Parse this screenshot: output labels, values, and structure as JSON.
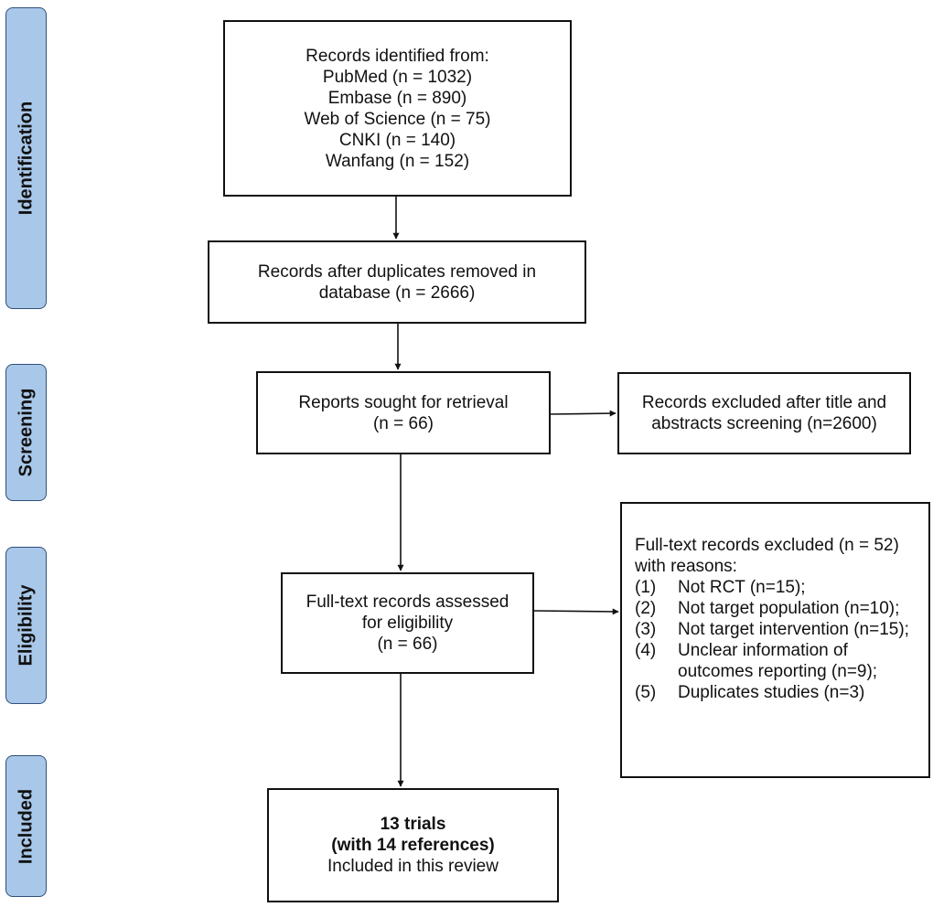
{
  "phases": {
    "identification": "Identification",
    "screening": "Screening",
    "eligibility": "Eligibility",
    "included": "Included"
  },
  "boxes": {
    "identified": {
      "heading": "Records identified from:",
      "sources": [
        "PubMed (n = 1032)",
        "Embase (n = 890)",
        "Web of Science (n = 75)",
        "CNKI (n = 140)",
        "Wanfang (n = 152)"
      ]
    },
    "deduplicated": {
      "lines": [
        "Records after duplicates removed in",
        "database (n = 2666)"
      ]
    },
    "sought": {
      "lines": [
        "Reports sought for retrieval",
        "(n = 66)"
      ]
    },
    "excluded_screening": {
      "lines": [
        "Records excluded after title and",
        "abstracts screening (n=2600)"
      ]
    },
    "assessed": {
      "lines": [
        "Full-text records assessed",
        "for eligibility",
        "(n = 66)"
      ]
    },
    "excluded_fulltext": {
      "heading": [
        "Full-text records excluded (n = 52)",
        "with reasons:"
      ],
      "reasons": [
        {
          "num": "(1)",
          "text": "Not RCT (n=15);"
        },
        {
          "num": "(2)",
          "text": "Not target population (n=10);"
        },
        {
          "num": "(3)",
          "text": "Not target intervention (n=15);"
        },
        {
          "num": "(4)",
          "text": "Unclear information of outcomes reporting (n=9);"
        },
        {
          "num": "(5)",
          "text": "Duplicates studies (n=3)"
        }
      ]
    },
    "included": {
      "bold_lines": [
        "13 trials",
        "(with 14 references)"
      ],
      "line": "Included in this review"
    }
  }
}
